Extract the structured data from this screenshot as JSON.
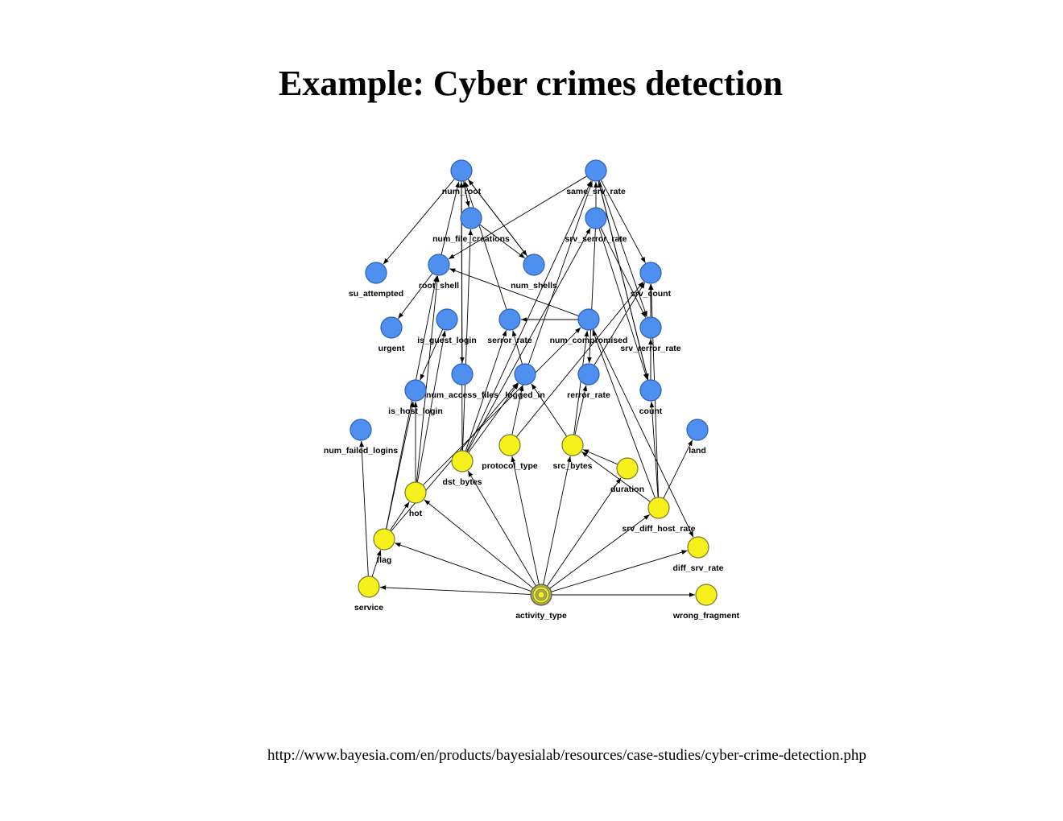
{
  "title": "Example: Cyber crimes detection",
  "source_url": "http://www.bayesia.com/en/products/bayesialab/resources/case-studies/cyber-crime-detection.php",
  "colors": {
    "attack_node": "#4f8ff0",
    "attack_node_stroke": "#2c5fb8",
    "feature_node": "#f6f01c",
    "feature_node_stroke": "#7a7a2a",
    "target_node": "#a9b04c",
    "edge": "#000000"
  },
  "nodes": [
    {
      "id": "num_root",
      "label": "num_root",
      "group": "blue"
    },
    {
      "id": "same_srv_rate",
      "label": "same_srv_rate",
      "group": "blue"
    },
    {
      "id": "num_file_creations",
      "label": "num_file_creations",
      "group": "blue"
    },
    {
      "id": "srv_serror_rate",
      "label": "srv_serror_rate",
      "group": "blue"
    },
    {
      "id": "su_attempted",
      "label": "su_attempted",
      "group": "blue"
    },
    {
      "id": "root_shell",
      "label": "root_shell",
      "group": "blue"
    },
    {
      "id": "num_shells",
      "label": "num_shells",
      "group": "blue"
    },
    {
      "id": "srv_count",
      "label": "srv_count",
      "group": "blue"
    },
    {
      "id": "urgent",
      "label": "urgent",
      "group": "blue"
    },
    {
      "id": "is_guest_login",
      "label": "is_guest_login",
      "group": "blue"
    },
    {
      "id": "serror_rate",
      "label": "serror_rate",
      "group": "blue"
    },
    {
      "id": "num_compromised",
      "label": "num_compromised",
      "group": "blue"
    },
    {
      "id": "srv_rerror_rate",
      "label": "srv_rerror_rate",
      "group": "blue"
    },
    {
      "id": "num_access_files",
      "label": "num_access_files",
      "group": "blue"
    },
    {
      "id": "logged_in",
      "label": "logged_in",
      "group": "blue"
    },
    {
      "id": "rerror_rate",
      "label": "rerror_rate",
      "group": "blue"
    },
    {
      "id": "is_host_login",
      "label": "is_host_login",
      "group": "blue"
    },
    {
      "id": "count",
      "label": "count",
      "group": "blue"
    },
    {
      "id": "num_failed_logins",
      "label": "num_failed_logins",
      "group": "blue"
    },
    {
      "id": "land",
      "label": "land",
      "group": "blue"
    },
    {
      "id": "protocol_type",
      "label": "protocol_type",
      "group": "yellow"
    },
    {
      "id": "src_bytes",
      "label": "src_bytes",
      "group": "yellow"
    },
    {
      "id": "dst_bytes",
      "label": "dst_bytes",
      "group": "yellow"
    },
    {
      "id": "duration",
      "label": "duration",
      "group": "yellow"
    },
    {
      "id": "hot",
      "label": "hot",
      "group": "yellow"
    },
    {
      "id": "srv_diff_host_rate",
      "label": "srv_diff_host_rate",
      "group": "yellow"
    },
    {
      "id": "flag",
      "label": "flag",
      "group": "yellow"
    },
    {
      "id": "diff_srv_rate",
      "label": "diff_srv_rate",
      "group": "yellow"
    },
    {
      "id": "service",
      "label": "service",
      "group": "yellow"
    },
    {
      "id": "activity_type",
      "label": "activity_type",
      "group": "target"
    },
    {
      "id": "wrong_fragment",
      "label": "wrong_fragment",
      "group": "yellow"
    }
  ],
  "edges": [
    [
      "activity_type",
      "service"
    ],
    [
      "activity_type",
      "flag"
    ],
    [
      "activity_type",
      "hot"
    ],
    [
      "activity_type",
      "dst_bytes"
    ],
    [
      "activity_type",
      "protocol_type"
    ],
    [
      "activity_type",
      "src_bytes"
    ],
    [
      "activity_type",
      "duration"
    ],
    [
      "activity_type",
      "diff_srv_rate"
    ],
    [
      "activity_type",
      "wrong_fragment"
    ],
    [
      "activity_type",
      "srv_diff_host_rate"
    ],
    [
      "service",
      "num_failed_logins"
    ],
    [
      "service",
      "flag"
    ],
    [
      "flag",
      "hot"
    ],
    [
      "flag",
      "root_shell"
    ],
    [
      "flag",
      "is_host_login"
    ],
    [
      "flag",
      "logged_in"
    ],
    [
      "hot",
      "is_host_login"
    ],
    [
      "hot",
      "is_guest_login"
    ],
    [
      "hot",
      "root_shell"
    ],
    [
      "hot",
      "num_compromised"
    ],
    [
      "dst_bytes",
      "num_file_creations"
    ],
    [
      "dst_bytes",
      "same_srv_rate"
    ],
    [
      "dst_bytes",
      "serror_rate"
    ],
    [
      "dst_bytes",
      "srv_serror_rate"
    ],
    [
      "dst_bytes",
      "logged_in"
    ],
    [
      "dst_bytes",
      "num_root"
    ],
    [
      "protocol_type",
      "logged_in"
    ],
    [
      "protocol_type",
      "srv_count"
    ],
    [
      "src_bytes",
      "rerror_rate"
    ],
    [
      "src_bytes",
      "num_compromised"
    ],
    [
      "src_bytes",
      "logged_in"
    ],
    [
      "duration",
      "src_bytes"
    ],
    [
      "srv_diff_host_rate",
      "src_bytes"
    ],
    [
      "srv_diff_host_rate",
      "count"
    ],
    [
      "srv_diff_host_rate",
      "srv_count"
    ],
    [
      "srv_diff_host_rate",
      "land"
    ],
    [
      "srv_diff_host_rate",
      "num_compromised"
    ],
    [
      "num_root",
      "su_attempted"
    ],
    [
      "num_root",
      "num_file_creations"
    ],
    [
      "num_root",
      "num_shells"
    ],
    [
      "num_root",
      "num_access_files"
    ],
    [
      "num_file_creations",
      "num_shells"
    ],
    [
      "num_file_creations",
      "num_root"
    ],
    [
      "num_shells",
      "num_root"
    ],
    [
      "root_shell",
      "urgent"
    ],
    [
      "root_shell",
      "num_root"
    ],
    [
      "num_compromised",
      "root_shell"
    ],
    [
      "num_compromised",
      "serror_rate"
    ],
    [
      "serror_rate",
      "num_root"
    ],
    [
      "same_srv_rate",
      "root_shell"
    ],
    [
      "same_srv_rate",
      "srv_count"
    ],
    [
      "same_srv_rate",
      "srv_rerror_rate"
    ],
    [
      "same_srv_rate",
      "count"
    ],
    [
      "srv_serror_rate",
      "same_srv_rate"
    ],
    [
      "srv_serror_rate",
      "srv_rerror_rate"
    ],
    [
      "srv_serror_rate",
      "count"
    ],
    [
      "srv_serror_rate",
      "rerror_rate"
    ],
    [
      "srv_rerror_rate",
      "srv_count"
    ],
    [
      "count",
      "srv_count"
    ],
    [
      "count",
      "srv_rerror_rate"
    ],
    [
      "count",
      "same_srv_rate"
    ],
    [
      "rerror_rate",
      "srv_count"
    ],
    [
      "logged_in",
      "serror_rate"
    ],
    [
      "logged_in",
      "same_srv_rate"
    ],
    [
      "num_compromised",
      "diff_srv_rate"
    ],
    [
      "is_guest_login",
      "is_host_login"
    ]
  ]
}
